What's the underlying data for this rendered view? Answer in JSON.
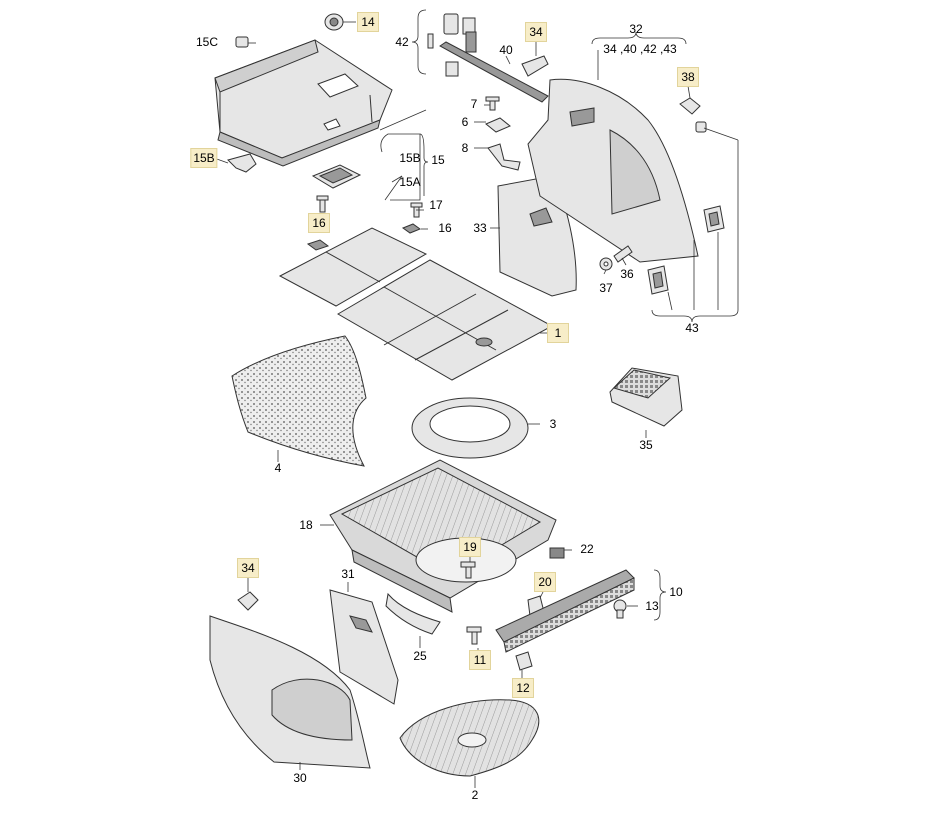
{
  "diagram": {
    "labels": {
      "l1": "1",
      "l2": "2",
      "l3": "3",
      "l4": "4",
      "l6": "6",
      "l7": "7",
      "l8": "8",
      "l10": "10",
      "l11": "11",
      "l12": "12",
      "l13": "13",
      "l14": "14",
      "l15": "15",
      "l15A": "15A",
      "l15B_a": "15B",
      "l15B_b": "15B",
      "l15C": "15C",
      "l16_a": "16",
      "l16_b": "16",
      "l17": "17",
      "l18": "18",
      "l19": "19",
      "l20": "20",
      "l22": "22",
      "l25": "25",
      "l30": "30",
      "l31": "31",
      "l32": "32",
      "l32_sub": "34 ,40 ,42 ,43",
      "l33": "33",
      "l34_a": "34",
      "l34_b": "34",
      "l35": "35",
      "l36": "36",
      "l37": "37",
      "l38": "38",
      "l40": "40",
      "l42": "42",
      "l43": "43"
    },
    "colors": {
      "line": "#333333",
      "part_fill": "#e6e6e6",
      "part_dark": "#bdbdbd",
      "label_bg": "#f7edc8"
    }
  }
}
